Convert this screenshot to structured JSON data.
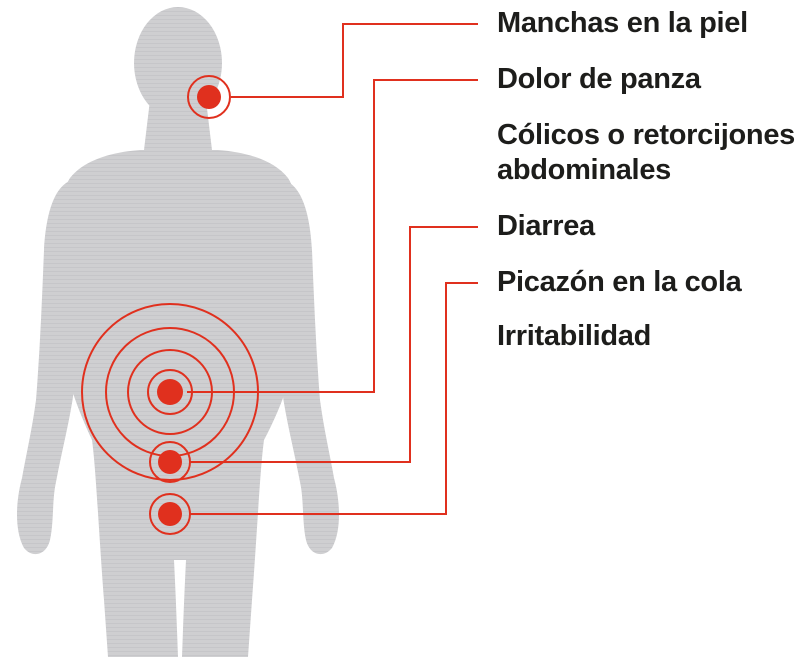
{
  "colors": {
    "silhouette": "#cfcfd1",
    "marker": "#e0301e",
    "leader_line": "#e0301e",
    "text": "#1d1d1b",
    "background": "#ffffff"
  },
  "icons": {
    "figure": "human-body-silhouette",
    "markers": "concentric-target-dot"
  },
  "symptoms": [
    {
      "label": "Manchas en la piel"
    },
    {
      "label": "Dolor de panza"
    },
    {
      "label": "Cólicos o retorcijones"
    },
    {
      "label": "abdominales"
    },
    {
      "label": "Diarrea"
    },
    {
      "label": "Picazón en la cola"
    },
    {
      "label": "Irritabilidad"
    }
  ]
}
